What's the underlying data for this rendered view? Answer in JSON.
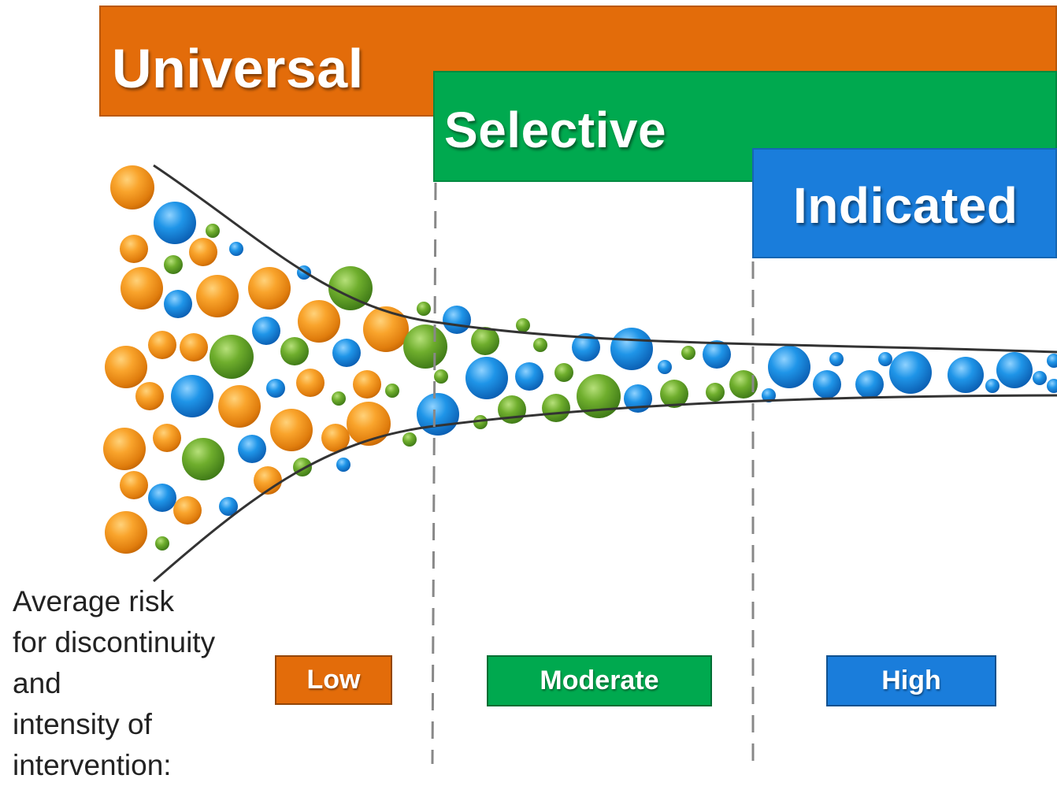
{
  "bands": {
    "universal": "Universal",
    "selective": "Selective",
    "indicated": "Indicated"
  },
  "risk_levels": {
    "low": "Low",
    "moderate": "Moderate",
    "high": "High"
  },
  "caption_lines": [
    "Average risk",
    "for discontinuity",
    "and",
    "intensity of",
    "intervention:"
  ],
  "colors": {
    "universal": "#e36c0a",
    "selective": "#00a94f",
    "indicated": "#1a7ddb",
    "funnel_line": "#333333",
    "divider": "#888888"
  }
}
